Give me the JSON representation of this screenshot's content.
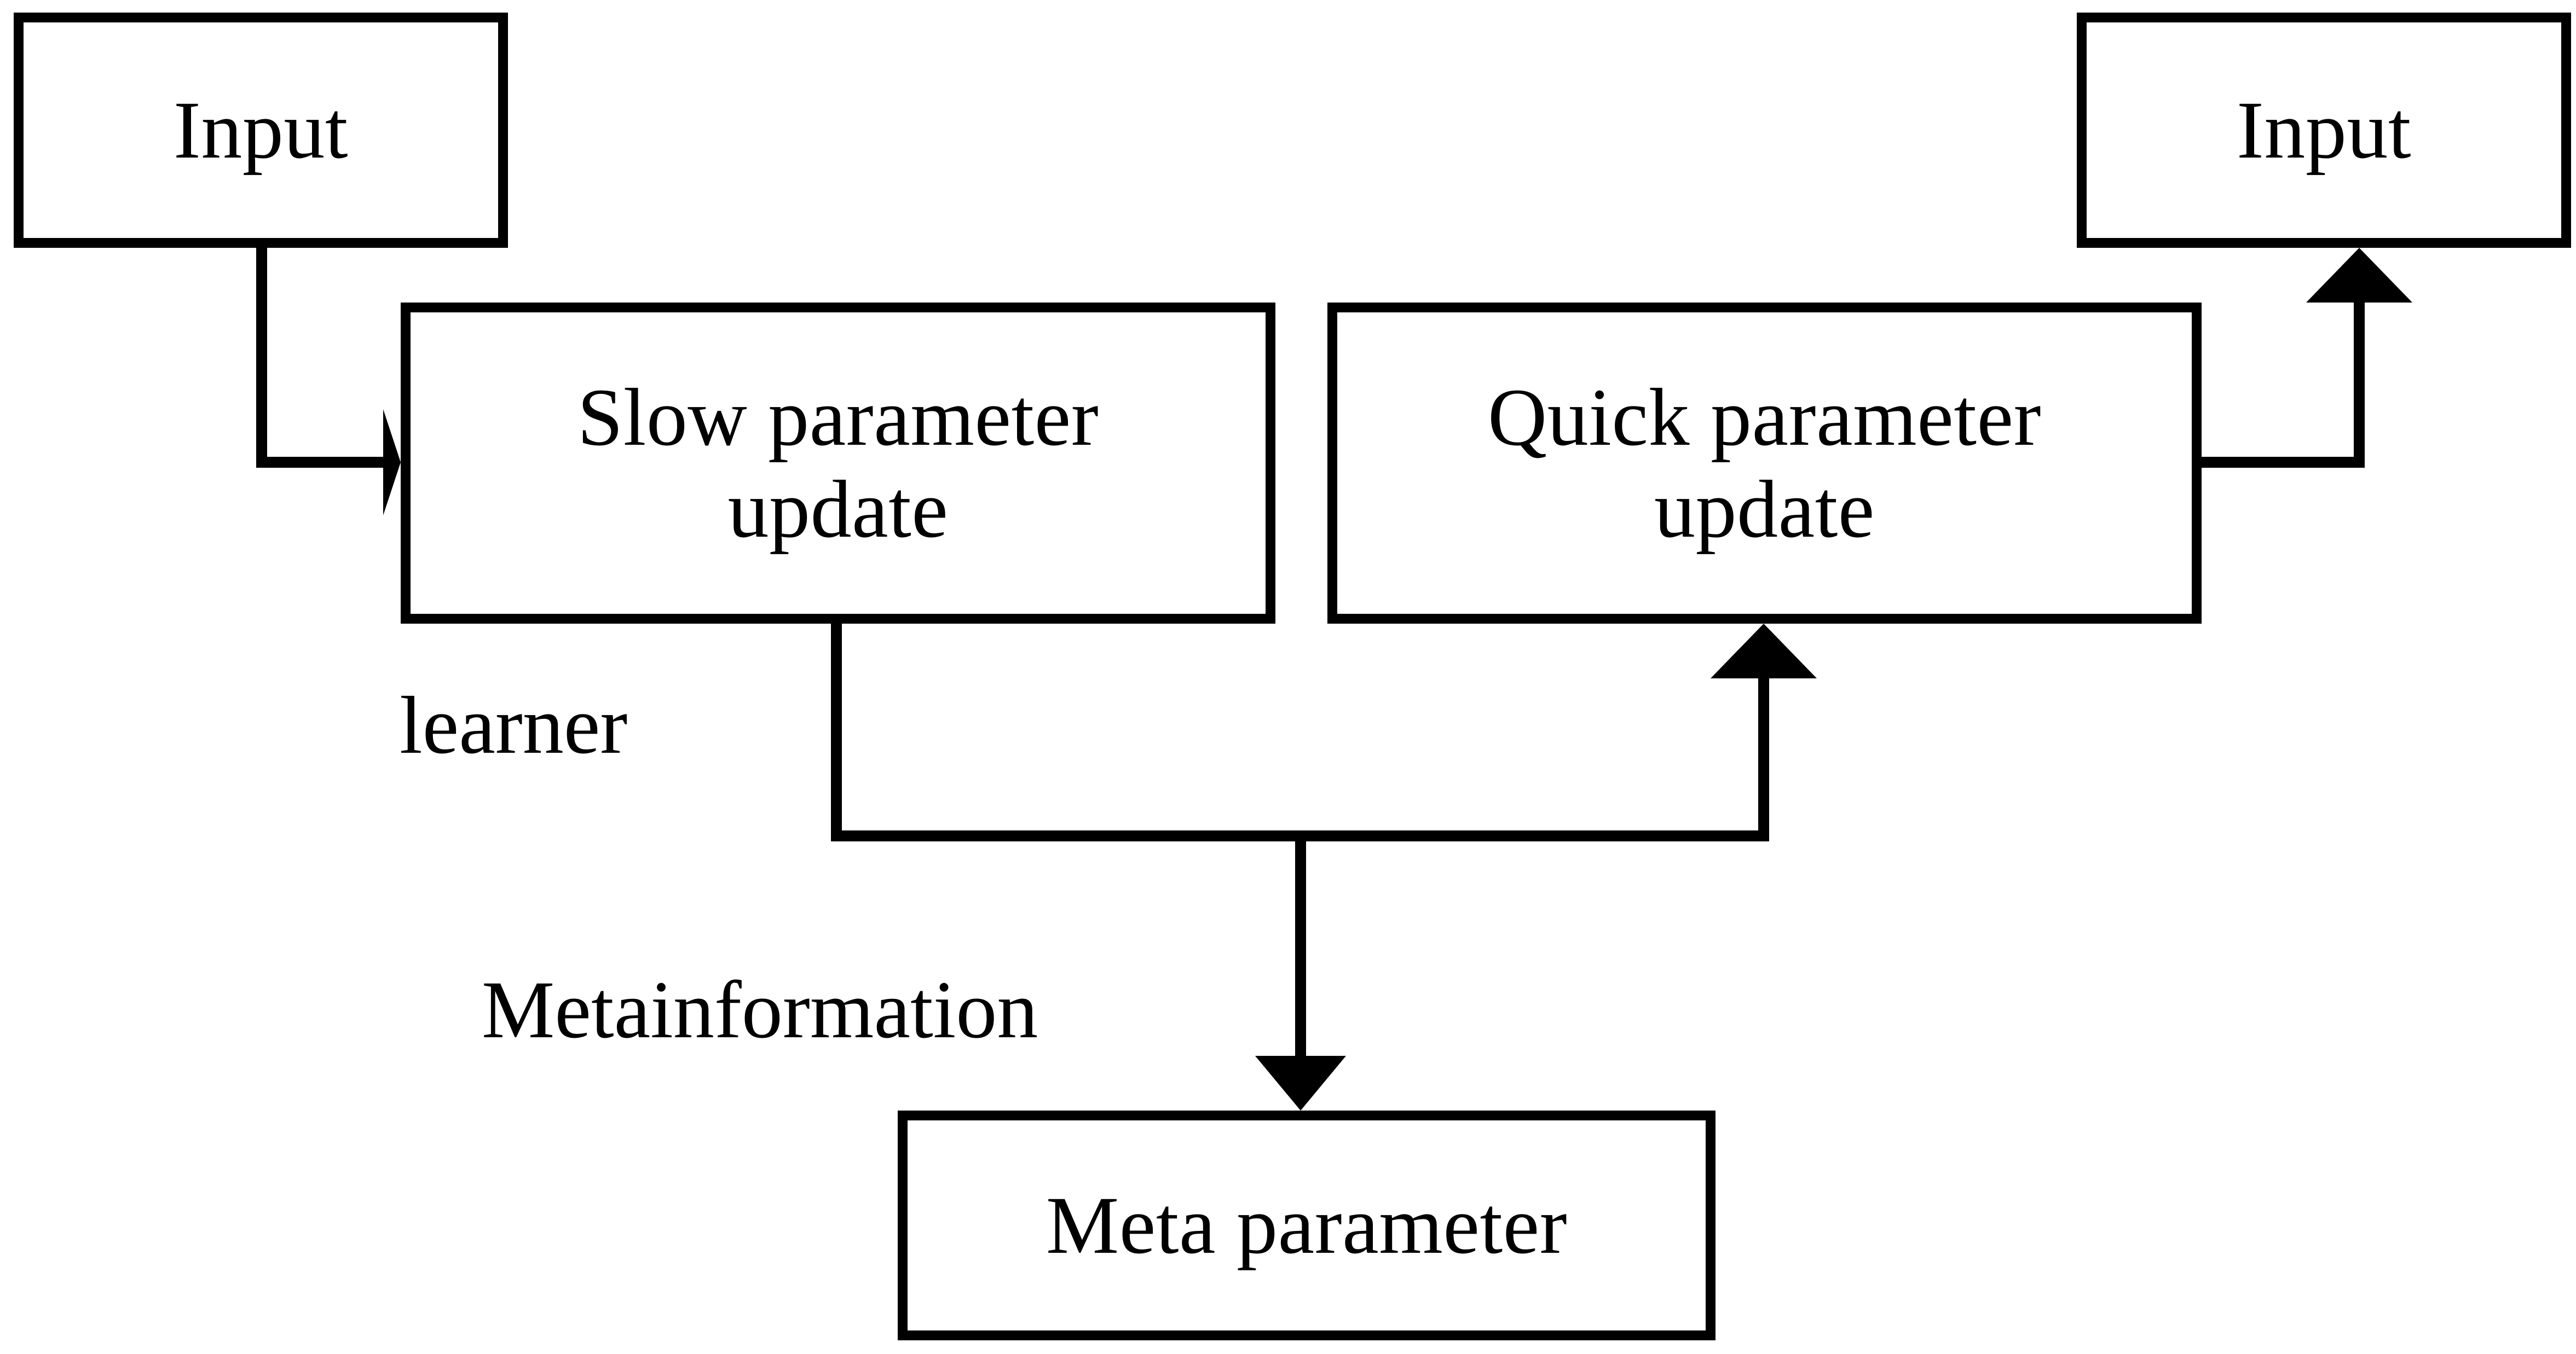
{
  "diagram": {
    "title": "Meta-learning slow/quick parameter update architecture",
    "background_color": "#ffffff",
    "stroke_color": "#000000",
    "nodes": {
      "input_left": {
        "label": "Input",
        "shape": "rectangle"
      },
      "input_right": {
        "label": "Input",
        "shape": "rectangle"
      },
      "slow_update": {
        "label": "Slow parameter\nupdate",
        "shape": "rectangle"
      },
      "quick_update": {
        "label": "Quick parameter\nupdate",
        "shape": "rectangle"
      },
      "meta_parameter": {
        "label": "Meta parameter",
        "shape": "rectangle"
      }
    },
    "annotations": {
      "learner": "learner",
      "metainformation": "Metainformation"
    },
    "edges": [
      {
        "name": "input-left-to-slow",
        "from": "input_left",
        "to": "slow_update",
        "arrowhead": "right"
      },
      {
        "name": "slow-to-quick",
        "from": "slow_update",
        "to": "quick_update",
        "arrowhead": "up"
      },
      {
        "name": "slow-to-meta",
        "from": "slow_update",
        "to": "meta_parameter",
        "arrowhead": "down"
      },
      {
        "name": "quick-to-input-right",
        "from": "quick_update",
        "to": "input_right",
        "arrowhead": "up"
      }
    ]
  }
}
